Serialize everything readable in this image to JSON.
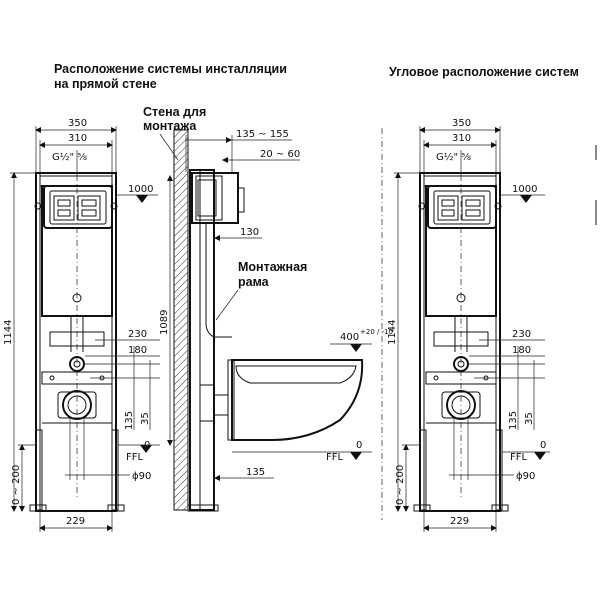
{
  "titles": {
    "straight_line1": "Расположение  системы инсталляции",
    "straight_line2": "на прямой  стене",
    "corner": "Угловое расположение систем"
  },
  "callouts": {
    "wall_line1": "Стена для",
    "wall_line2": "монтажа",
    "frame_line1": "Монтажная",
    "frame_line2": "рама"
  },
  "left_view": {
    "width_outer": "350",
    "width_inner": "310",
    "pipe_thread": "G½\" ⅝",
    "height_total": "1144",
    "cistern_level": "1000",
    "d230": "230",
    "d180": "180",
    "d135": "135",
    "d35": "35",
    "leg_range": "0 ~ 200",
    "outlet_dia": "ϕ90",
    "foot_span": "229",
    "ffl": "FFL",
    "ffl_zero": "0"
  },
  "side_view": {
    "wall_offset": "135 ~ 155",
    "pipe_offset": "20 ~ 60",
    "d130": "130",
    "height_1089": "1089",
    "bowl_height": "400",
    "bowl_tol": "+20 / -10",
    "foot_depth": "135",
    "ffl": "FFL",
    "ffl_zero": "0"
  },
  "right_view": {
    "width_outer": "350",
    "width_inner": "310",
    "pipe_thread": "G½\" ⅝",
    "height_total": "1144",
    "cistern_level": "1000",
    "d230": "230",
    "d180": "180",
    "d135": "135",
    "d35": "35",
    "leg_range": "0 ~ 200",
    "outlet_dia": "ϕ90",
    "foot_span": "229",
    "ffl": "FFL",
    "ffl_zero": "0"
  }
}
